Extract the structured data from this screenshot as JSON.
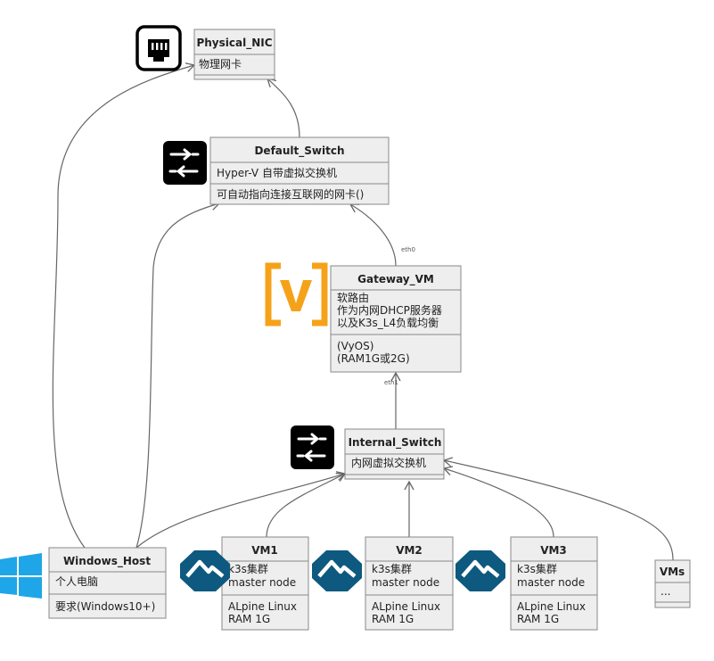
{
  "nodes": {
    "physical_nic": {
      "title": "Physical_NIC",
      "attrs": [
        "物理网卡"
      ],
      "notes": []
    },
    "default_switch": {
      "title": "Default_Switch",
      "attrs": [
        "Hyper-V 自带虚拟交换机"
      ],
      "notes": [
        "可自动指向连接互联网的网卡()"
      ]
    },
    "gateway_vm": {
      "title": "Gateway_VM",
      "attrs": [
        "软路由",
        "作为内网DHCP服务器",
        "以及K3s_L4负载均衡"
      ],
      "notes": [
        "(VyOS)",
        "(RAM1G或2G)"
      ]
    },
    "internal_switch": {
      "title": "Internal_Switch",
      "attrs": [
        "内网虚拟交换机"
      ],
      "notes": []
    },
    "windows_host": {
      "title": "Windows_Host",
      "attrs": [
        "个人电脑"
      ],
      "notes": [
        "要求(Windows10+)"
      ]
    },
    "vm1": {
      "title": "VM1",
      "attrs": [
        "k3s集群",
        "master node"
      ],
      "notes": [
        "ALpine Linux",
        "RAM 1G"
      ]
    },
    "vm2": {
      "title": "VM2",
      "attrs": [
        "k3s集群",
        "master node"
      ],
      "notes": [
        "ALpine Linux",
        "RAM 1G"
      ]
    },
    "vm3": {
      "title": "VM3",
      "attrs": [
        "k3s集群",
        "master node"
      ],
      "notes": [
        "ALpine Linux",
        "RAM 1G"
      ]
    },
    "vms": {
      "title": "VMs",
      "attrs": [
        "..."
      ],
      "notes": []
    }
  },
  "edge_labels": {
    "gateway_uplink": "eth0",
    "gateway_downlink": "eth1"
  },
  "icons": [
    "ethernet-port-icon",
    "network-switch-icon",
    "vyos-logo-icon",
    "windows-logo-icon",
    "alpine-linux-logo-icon"
  ],
  "colors": {
    "box_fill": "#eeeeee",
    "box_border": "#888888",
    "edge": "#666666",
    "switch_icon": "#000000",
    "vyos_orange": "#f5a218",
    "windows_blue": "#1fa6e8",
    "alpine_blue": "#0d597f"
  }
}
